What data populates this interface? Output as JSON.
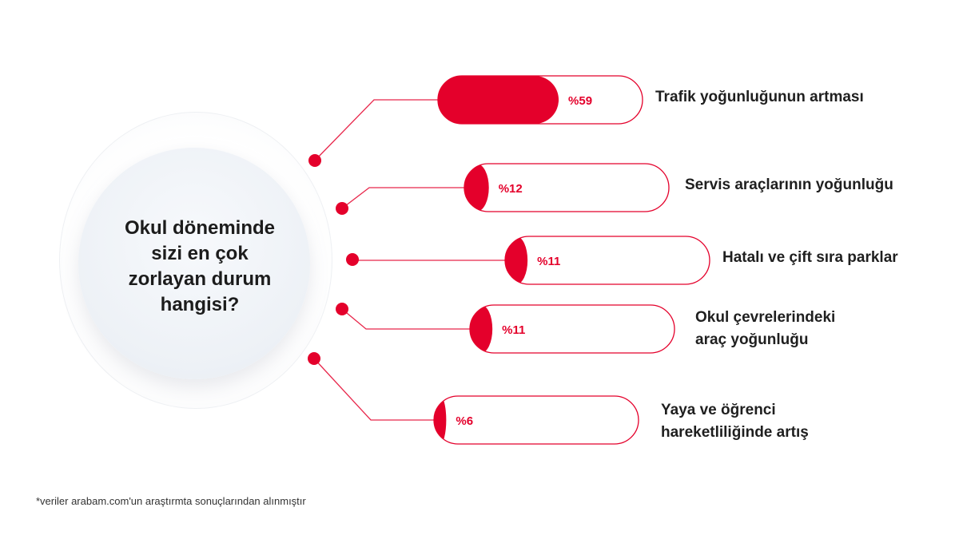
{
  "question": {
    "line1": "Okul döneminde",
    "line2": "sizi en çok",
    "line3": "zorlayan durum",
    "line4": "hangisi?"
  },
  "chart_data": {
    "type": "bar",
    "categories": [
      "Trafik yoğunluğunun artması",
      "Servis araçlarının yoğunluğu",
      "Hatalı ve çift sıra parklar",
      "Okul çevrelerindeki araç yoğunluğu",
      "Yaya ve öğrenci hareketliliğinde artış"
    ],
    "values": [
      59,
      12,
      11,
      11,
      6
    ],
    "value_labels": [
      "%59",
      "%12",
      "%11",
      "%11",
      "%6"
    ],
    "label_lines": [
      [
        "Trafik yoğunluğunun artması"
      ],
      [
        "Servis araçlarının yoğunluğu"
      ],
      [
        "Hatalı ve çift sıra parklar"
      ],
      [
        "Okul çevrelerindeki",
        "araç yoğunluğu"
      ],
      [
        "Yaya ve öğrenci",
        "hareketliliğinde artış"
      ]
    ],
    "xlim": [
      0,
      100
    ]
  },
  "colors": {
    "accent": "#e4002b",
    "track": "#e4002b"
  },
  "footnote": "*veriler arabam.com'un araştırmta sonuçlarından alınmıştır"
}
